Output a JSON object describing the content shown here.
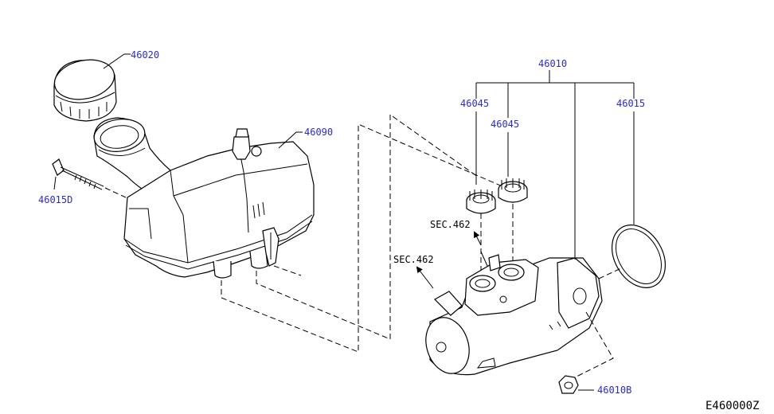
{
  "parts": {
    "cap": "46020",
    "reservoir": "46090",
    "pin": "46015D",
    "master_cylinder_assy": "46010",
    "grommet_a": "46045",
    "grommet_b": "46045",
    "oring": "46015",
    "nut": "46010B"
  },
  "references": {
    "sec_upper": "SEC.462",
    "sec_lower": "SEC.462"
  },
  "diagram_code": "E460000Z",
  "colors": {
    "label": "#2a2ad0",
    "line": "#000000"
  }
}
